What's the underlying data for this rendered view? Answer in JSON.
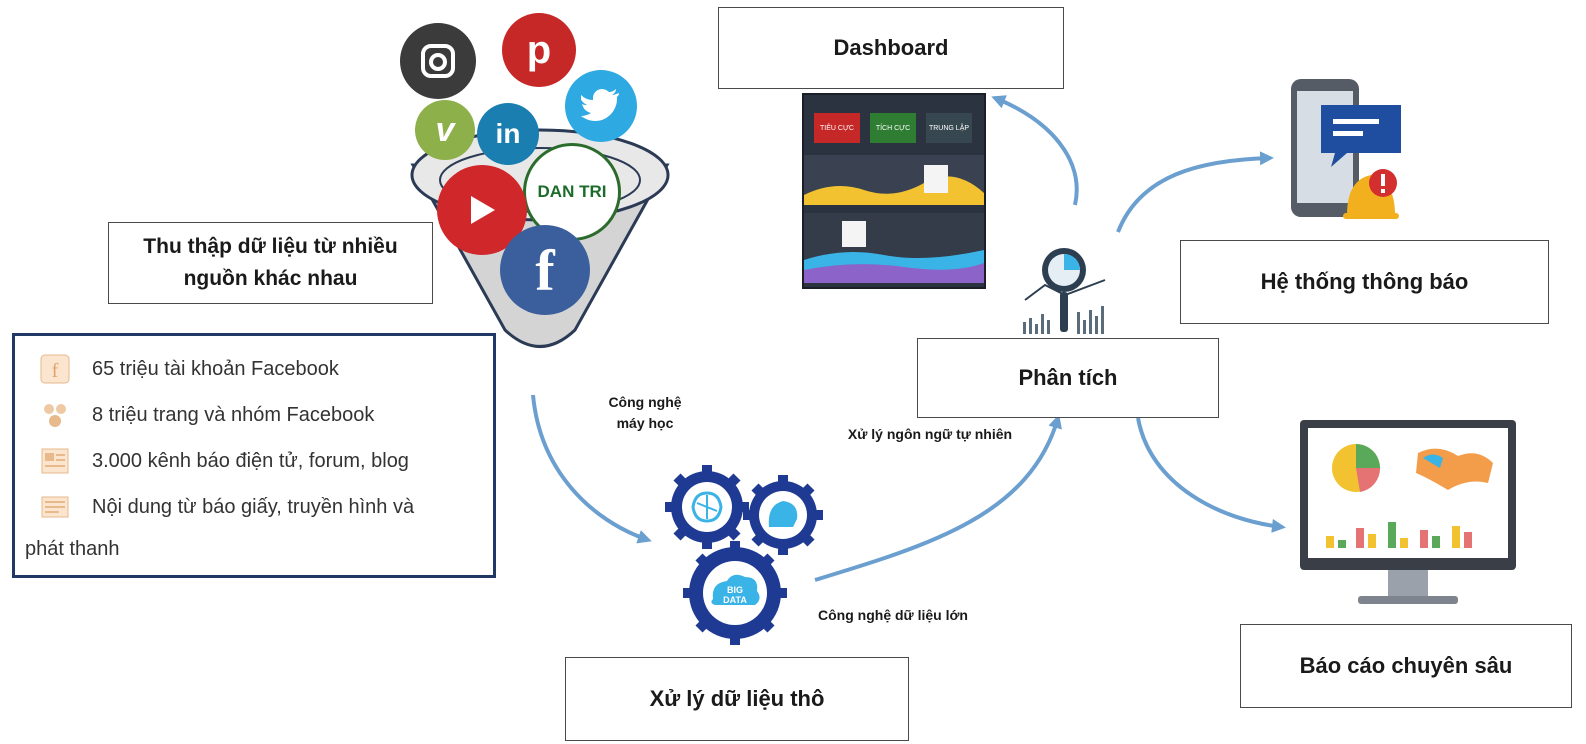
{
  "boxes": {
    "dashboard": "Dashboard",
    "collect": "Thu thập dữ liệu từ nhiều nguồn khác nhau",
    "analysis": "Phân tích",
    "notify": "Hệ thống thông báo",
    "report": "Báo cáo chuyên sâu",
    "raw": "Xử lý dữ liệu thô"
  },
  "labels": {
    "ml": "Công nghệ máy học",
    "nlp": "Xử lý ngôn ngữ tự nhiên",
    "bigdata": "Công nghệ dữ liệu lớn"
  },
  "sources": [
    {
      "icon": "facebook-icon",
      "text": "65 triệu tài khoản Facebook"
    },
    {
      "icon": "group-icon",
      "text": "8 triệu trang và nhóm Facebook"
    },
    {
      "icon": "news-icon",
      "text": "3.000 kênh báo điện tử, forum, blog"
    },
    {
      "icon": "newspaper-icon",
      "text": "Nội dung từ báo giấy, truyền hình và"
    }
  ],
  "sources_tail": "phát thanh",
  "funnel_logos": {
    "dantri": "DAN TRI",
    "linkedin": "in",
    "vimeo": "v",
    "facebook": "f",
    "bigdata": "BIG DATA"
  },
  "dashboard_tags": [
    "TIÊU CỰC",
    "TÍCH CỰC",
    "TRUNG LẬP"
  ],
  "colors": {
    "arrow": "#6a9fcf",
    "frame": "#1f3864",
    "gear": "#1f3a93",
    "instagram": "#3b3b3b",
    "pinterest": "#c62828",
    "twitter": "#2fa9e1",
    "vimeo": "#8db04a",
    "linkedin": "#1a7fb0",
    "youtube": "#d0282a",
    "facebook": "#3b5e9c"
  }
}
